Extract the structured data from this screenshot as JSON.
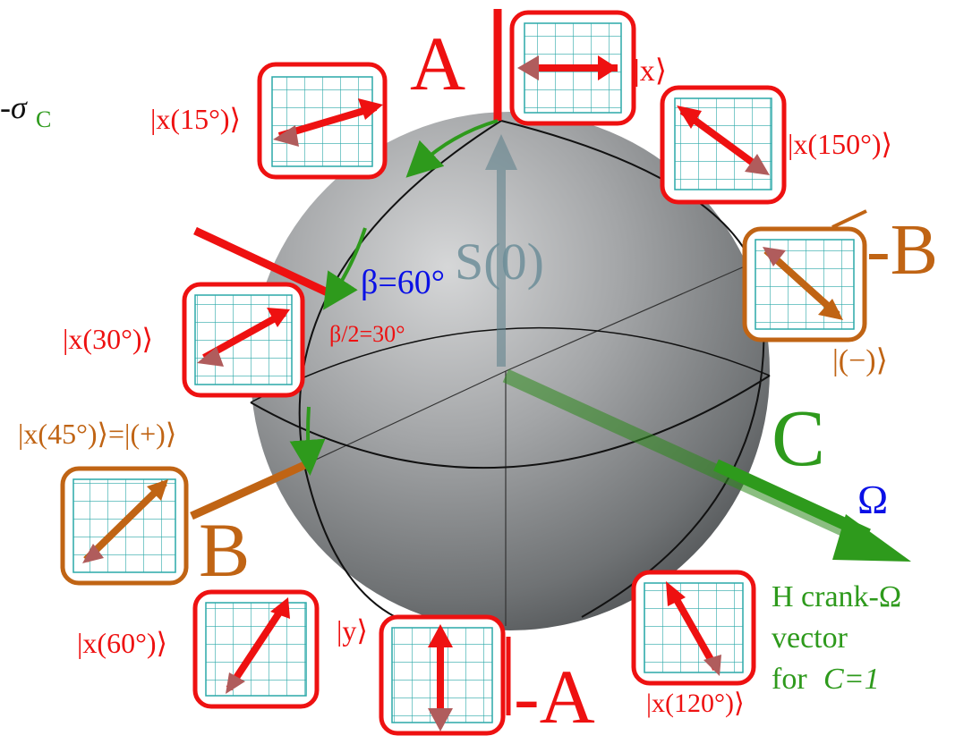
{
  "colors": {
    "red": "#ee1111",
    "orange": "#c06414",
    "green": "#2e9a1c",
    "blue": "#0a10e6",
    "grid": "#2aa8a8",
    "sphere": "#8c8f92"
  },
  "corner_label": {
    "prefix": "-σ",
    "sub": "C"
  },
  "axes": {
    "a": "A",
    "minus_a": "-A",
    "b": "B",
    "minus_b": "-B",
    "c": "C",
    "omega": "Ω",
    "s0": "S(0)"
  },
  "angles": {
    "beta": "β=60°",
    "half_beta": "β/2=30°"
  },
  "states": {
    "x": "|x⟩",
    "x15": "|x(15°)⟩",
    "x30": "|x(30°)⟩",
    "x45": "|x(45°)⟩=|(+)⟩",
    "x60": "|x(60°)⟩",
    "y": "|y⟩",
    "x120": "|x(120°)⟩",
    "x150": "|x(150°)⟩",
    "minus": "|(−)⟩"
  },
  "crank_note": {
    "line1": "H crank-Ω",
    "line2": "vector",
    "line3": "for",
    "line4": "C=1"
  },
  "icons": [
    "polarization-box-x-icon",
    "polarization-box-x15-icon",
    "polarization-box-x30-icon",
    "polarization-box-x45-icon",
    "polarization-box-x60-icon",
    "polarization-box-y-icon",
    "polarization-box-x120-icon",
    "polarization-box-x150-icon",
    "polarization-box-minus-icon"
  ]
}
